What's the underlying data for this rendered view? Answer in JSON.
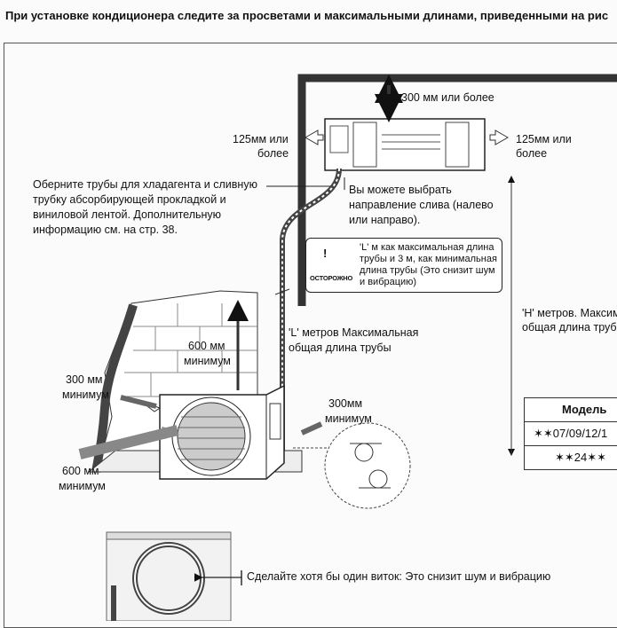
{
  "title": "При установке кондиционера следите за просветами и максимальными длинами, приведенными на рис",
  "labels": {
    "top_clearance": "300 мм или более",
    "left_clearance_1": "125мм или",
    "left_clearance_2": "более",
    "right_clearance_1": "125мм или",
    "right_clearance_2": "более",
    "wrap_note": [
      "Оберните трубы для хладагента и сливную",
      "трубку абсорбирующей прокладкой и",
      "виниловой лентой. Дополнительную",
      "информацию см. на стр. 38."
    ],
    "drain_note": [
      "Вы можете выбрать",
      "направление слива (налево",
      "или направо)."
    ],
    "warning_text": "'L' м как максимальная длина трубы и 3 м, как минимальная длина трубы (Это снизит шум и вибрацию)",
    "warning_label": "ОСТОРОЖНО",
    "h_note": [
      "'H' метров. Максим",
      "общая длина труб"
    ],
    "l_note": [
      "'L' метров Максимальная",
      "общая длина трубы"
    ],
    "top_min_1": "600 мм",
    "top_min_2": "минимум",
    "left_min_1": "300 мм",
    "left_min_2": "минимум",
    "bottom_min_1": "600 мм",
    "bottom_min_2": "минимум",
    "right_min_1": "300мм",
    "right_min_2": "минимум",
    "loop_note": "Сделайте хотя бы один виток: Это снизит шум и вибрацию"
  },
  "table": {
    "header": "Модель",
    "rows": [
      "✶✶07/09/12/1",
      "✶✶24✶✶"
    ]
  }
}
